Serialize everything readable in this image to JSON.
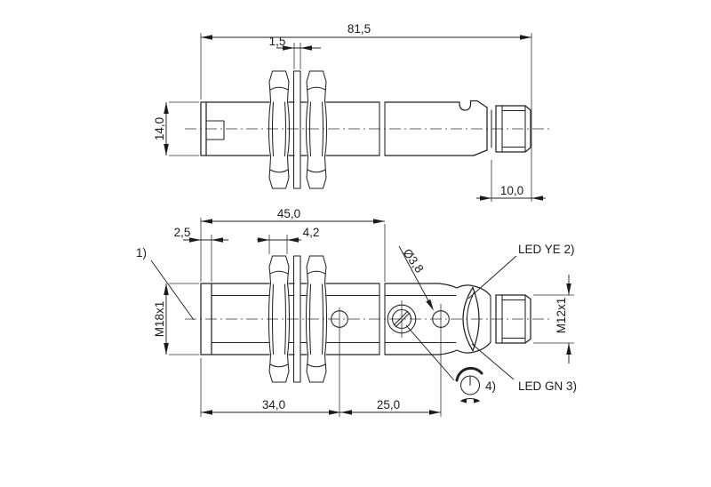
{
  "colors": {
    "background": "#ffffff",
    "line": "#222222",
    "text": "#1b1b1b"
  },
  "dimensions": {
    "overall_length": "81,5",
    "washer_thickness": "1,5",
    "body_across_flats": "14,0",
    "connector_length": "10,0",
    "thread_length": "45,0",
    "tip_length": "2,5",
    "nut_thickness": "4,2",
    "body_thread": "M18x1",
    "hole_offset_left": "34,0",
    "hole_offset_right": "25,0",
    "connector_thread": "M12x1",
    "led_hole_diameter": "Ø3,8"
  },
  "callouts": {
    "footnote_1": "1)",
    "led_yellow": "LED YE 2)",
    "led_green": "LED GN 3)",
    "footnote_4": "4)"
  }
}
